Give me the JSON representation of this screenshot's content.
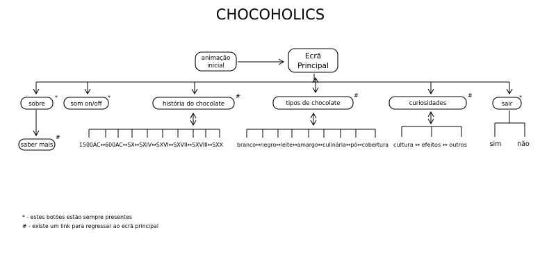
{
  "title": "CHOCOHOLICS",
  "nodes": {
    "animacao": {
      "lines": [
        "animação",
        "inicial"
      ]
    },
    "ecra": {
      "lines": [
        "Ecrã",
        "Principal"
      ]
    },
    "sobre": {
      "label": "sobre",
      "mark": "*"
    },
    "som": {
      "label": "som on/off",
      "mark": "*"
    },
    "historia": {
      "label": "história do chocolate",
      "mark": "#"
    },
    "tipos": {
      "label": "tipos de chocolate",
      "mark": "#"
    },
    "curiosidades": {
      "label": "curiosidades",
      "mark": "#"
    },
    "sair": {
      "label": "sair",
      "mark": "*"
    },
    "saber": {
      "label": "saber mais",
      "mark": "#"
    }
  },
  "leaves": {
    "historia": "1500AC↔600AC↔SX↔SXIV↔SXVI↔SXVII↔SXVIII↔SXX",
    "tipos": "branco↔negro↔leite↔amargo↔culinária↔pó↔cobertura",
    "curiosidades": "cultura ↔ efeitos ↔ outros",
    "sair_sim": "sim",
    "sair_nao": "não"
  },
  "notes": [
    "* - estes botões estão sempre presentes",
    "# - existe um link para regressar ao ecrã principal"
  ]
}
